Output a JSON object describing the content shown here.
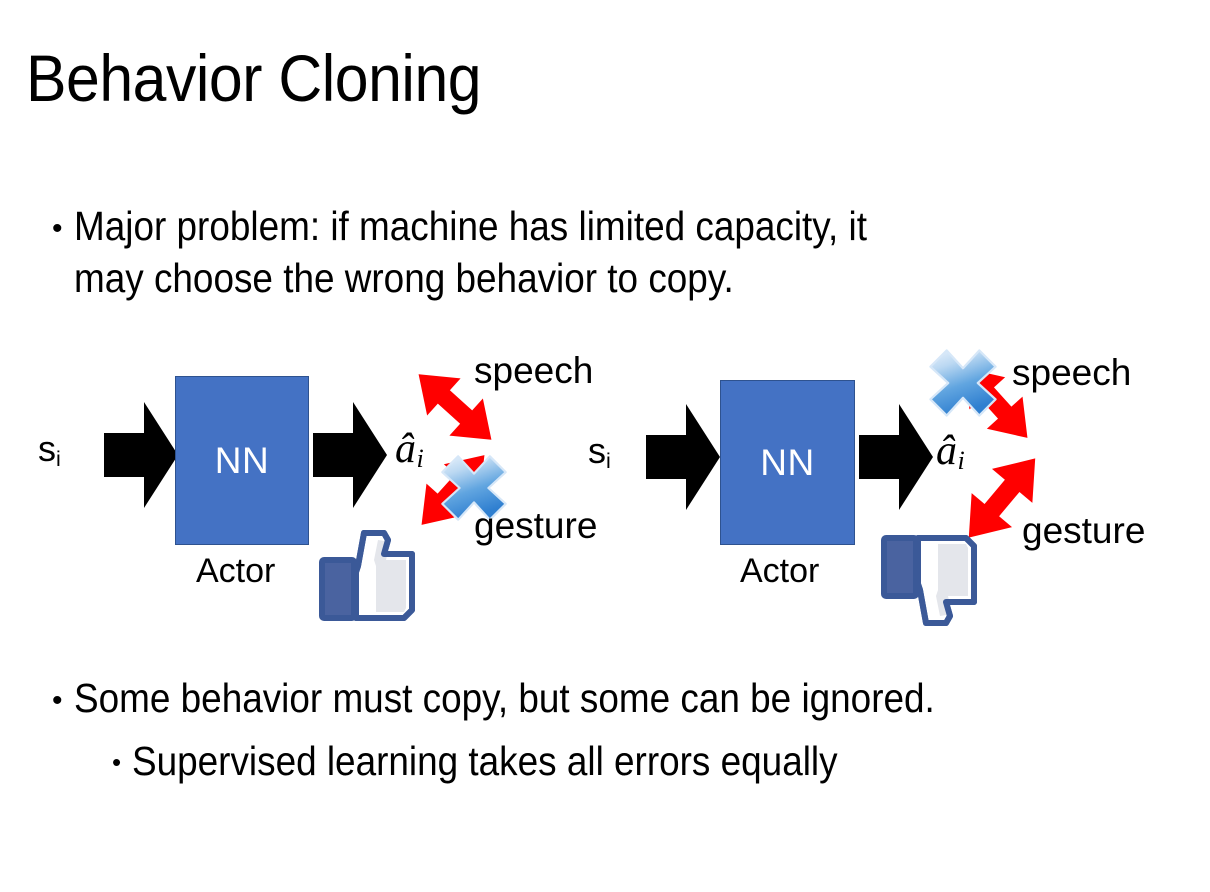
{
  "slide": {
    "title": "Behavior Cloning",
    "bullets_top": [
      {
        "level": 1,
        "marker": "•",
        "text": "Major problem: if machine has limited capacity, it\nmay choose the wrong behavior to copy."
      }
    ],
    "bullets_bottom": [
      {
        "level": 1,
        "marker": "•",
        "text": "Some behavior must copy, but some can be ignored."
      },
      {
        "level": 2,
        "marker": "•",
        "text": "Supervised learning takes all errors equally"
      }
    ]
  },
  "colors": {
    "nn_box_fill": "#4472C4",
    "nn_box_border": "#2E528F",
    "nn_text": "#FFFFFF",
    "arrow_black": "#000000",
    "arrow_red": "#FF0000",
    "cross_blue_light": "#CFE2F5",
    "cross_blue_dark": "#2F7FD0",
    "thumb_outline": "#3B5998",
    "thumb_fill": "#FFFFFF",
    "thumb_shade": "#E4E6EB",
    "background": "#FFFFFF",
    "text": "#000000"
  },
  "diagrams": [
    {
      "id": "left",
      "state_label": "s",
      "state_sub": "i",
      "box_label": "NN",
      "box_caption": "Actor",
      "action_label": "â",
      "action_sub": "i",
      "outputs": [
        {
          "name": "speech",
          "direction": "up-right",
          "crossed": false
        },
        {
          "name": "gesture",
          "direction": "down-right",
          "crossed": true
        }
      ],
      "verdict_icon": "thumbs-up-icon",
      "verdict": "good"
    },
    {
      "id": "right",
      "state_label": "s",
      "state_sub": "i",
      "box_label": "NN",
      "box_caption": "Actor",
      "action_label": "â",
      "action_sub": "i",
      "outputs": [
        {
          "name": "speech",
          "direction": "up-right",
          "crossed": true
        },
        {
          "name": "gesture",
          "direction": "down-right",
          "crossed": false
        }
      ],
      "verdict_icon": "thumbs-down-icon",
      "verdict": "bad"
    }
  ]
}
